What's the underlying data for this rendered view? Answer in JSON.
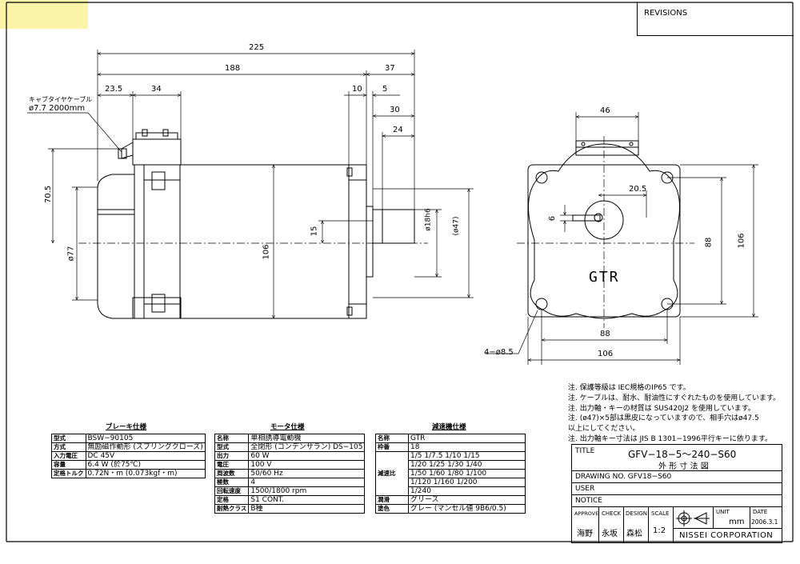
{
  "revisions_label": "REVISIONS",
  "dims": {
    "d225": "225",
    "d188": "188",
    "d37": "37",
    "d235": "23.5",
    "d34": "34",
    "d10": "10",
    "d5": "5",
    "d30": "30",
    "d24": "24",
    "d705": "70.5",
    "d77": "ø77",
    "d106l": "106",
    "d15": "15",
    "d18": "ø18h6",
    "d47": "(ø47)",
    "d46": "46",
    "d205": "20.5",
    "d6": "6",
    "d88v": "88",
    "d106v": "106",
    "d88h": "88",
    "d106h": "106",
    "holes": "4−ø8.5"
  },
  "cable_label": "キャブタイヤケーブル",
  "cable_spec": "ø7.7 2000mm",
  "gearhead_mark": "GTR",
  "notes": [
    "注. 保護等級は IEC規格のIP65 です。",
    "注. ケーブルは、耐水、耐油性にすぐれたものを使用しています。",
    "注. 出力軸・キーの材質は SUS420J2 を使用しています。",
    "注. (ø47)×5部は黒皮になっていますので、相手穴はø47.5",
    "      以上にしてください。",
    "注. 出力軸キー寸法は JIS B 1301−1996平行キーに依ります。"
  ],
  "brake": {
    "caption": "ブレーキ仕様",
    "rows": [
      {
        "k": "型式",
        "v": "BSW−90105"
      },
      {
        "k": "方式",
        "v": "無励磁作動形 (スプリングクローズ)"
      },
      {
        "k": "入力電圧",
        "v": "DC 45V"
      },
      {
        "k": "容量",
        "v": "6.4 W (於75℃)"
      },
      {
        "k": "定格トルク",
        "v": "0.72N・m (0.073kgf・m)"
      }
    ]
  },
  "motor": {
    "caption": "モータ仕様",
    "rows": [
      {
        "k": "名称",
        "v": "単相誘導電動機"
      },
      {
        "k": "型式",
        "v": "全閉形 (コンデンサラン) DS−105"
      },
      {
        "k": "出力",
        "v": "60 W"
      },
      {
        "k": "電圧",
        "v": "100 V"
      },
      {
        "k": "周波数",
        "v": "50/60 Hz"
      },
      {
        "k": "極数",
        "v": "4"
      },
      {
        "k": "回転速度",
        "v": "1500/1800 rpm"
      },
      {
        "k": "定格",
        "v": "S1 CONT."
      },
      {
        "k": "耐熱クラス",
        "v": "B種"
      }
    ]
  },
  "reducer": {
    "caption": "減速機仕様",
    "name_k": "名称",
    "name_v": "GTR",
    "frame_k": "枠番",
    "frame_v": "18",
    "ratio_k": "減速比",
    "ratios": [
      "1/5 1/7.5 1/10 1/15",
      "1/20 1/25 1/30 1/40",
      "1/50 1/60 1/80 1/100",
      "1/120 1/160 1/200",
      "1/240"
    ],
    "lube_k": "潤滑",
    "lube_v": "グリース",
    "paint_k": "塗色",
    "paint_v": "グレー (マンセル値 9B6/0.5)"
  },
  "title_block": {
    "title_label": "TITLE",
    "title": "GFV−18−5〜240−S60",
    "subtitle": "外 形 寸 法 図",
    "drawing_no": "DRAWING NO. GFV18−S60",
    "user": "USER",
    "notice": "NOTICE",
    "approve": "APPROVE",
    "check": "CHECK",
    "design": "DESIGN",
    "scale": "SCALE",
    "unit_label": "UNIT",
    "date_label": "DATE",
    "approve_name": "海野",
    "check_name": "永坂",
    "design_name": "森松",
    "scale_value": "1:2",
    "unit_value": "mm",
    "date_value": "2006.3.1",
    "company": "NISSEI CORPORATION"
  }
}
